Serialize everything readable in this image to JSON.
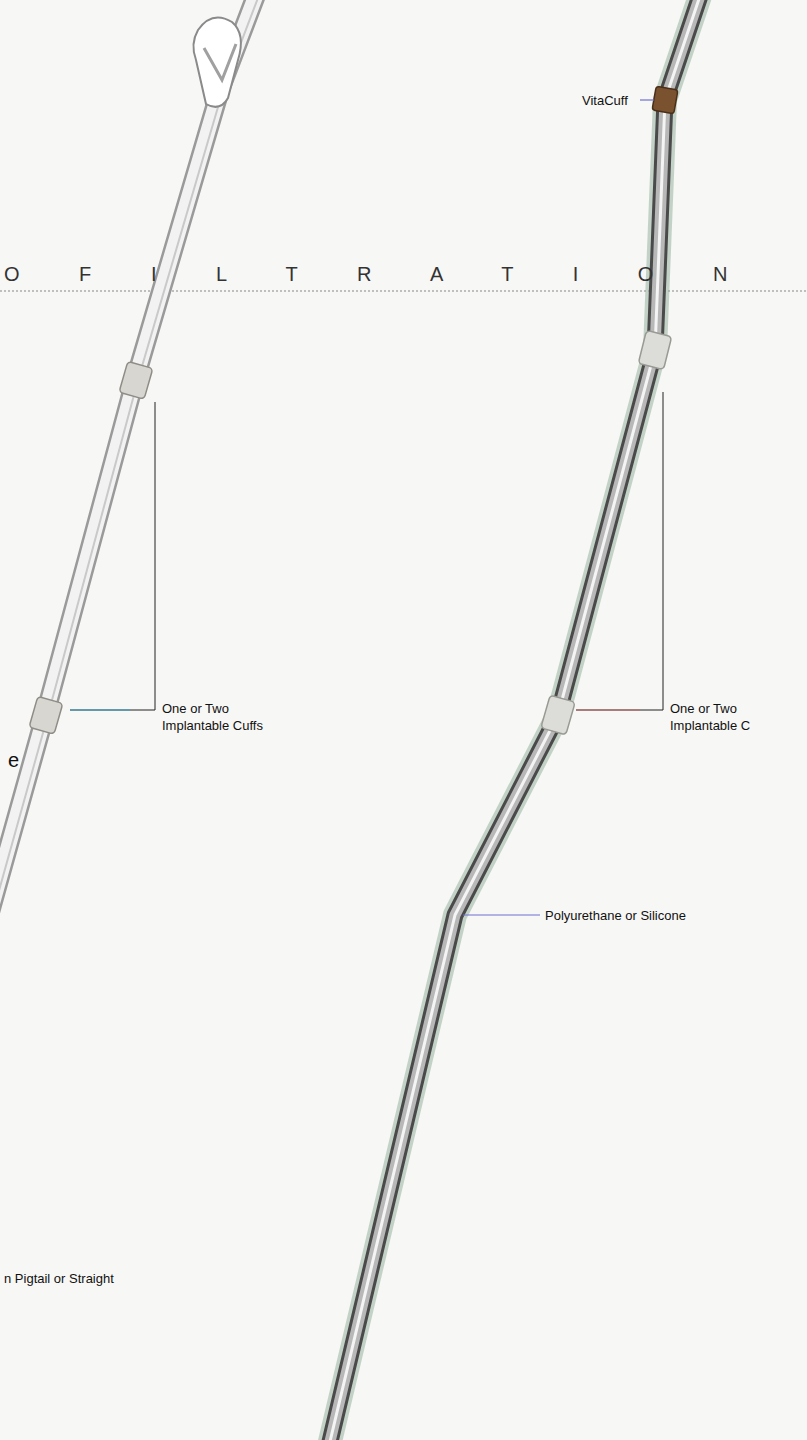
{
  "diagram": {
    "labels": [
      "O F I L T R A T I O N",
      "VitaCuff",
      "e",
      "One or Two Implantable Cuffs",
      "One or Two Implantable C",
      "Polyurethane or Silicone",
      "n Pigtail or Straight"
    ]
  }
}
